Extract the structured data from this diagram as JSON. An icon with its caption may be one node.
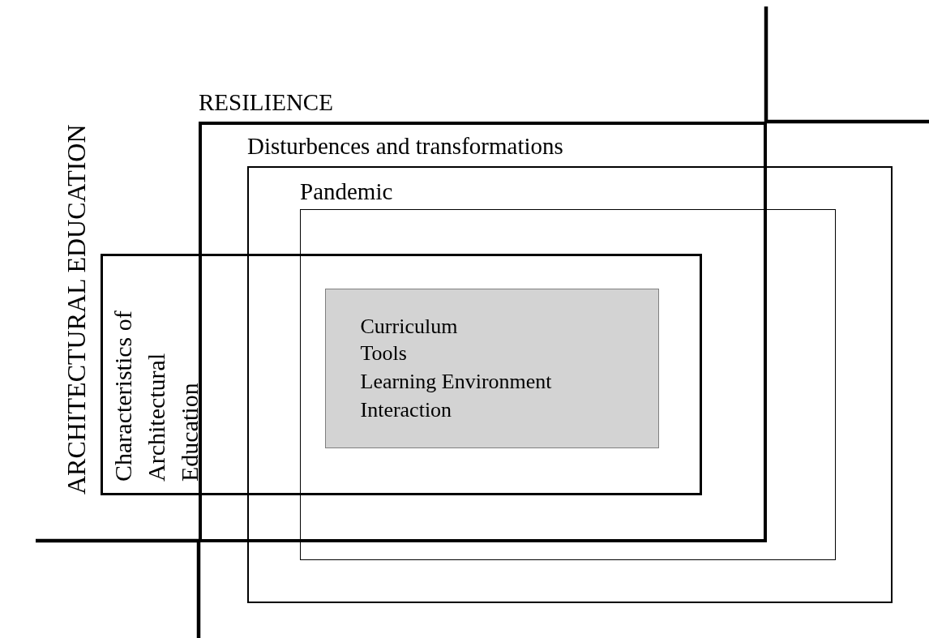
{
  "diagram": {
    "nodes": [
      {
        "text": [
          "RESILIENCE"
        ]
      },
      {
        "text": [],
        "shape": "box"
      },
      {
        "text": [],
        "shape": "box",
        "in": 1
      },
      {
        "text": [
          "ARCHITECTURAL EDUCATION",
          "Characteristics of Architectural Education"
        ]
      },
      {
        "text": [
          "Curriculum",
          "Tools",
          "Learning Environment",
          "Interaction"
        ]
      }
    ],
    "labels": [
      "Disturbences and transformations",
      "Pandemic"
    ]
  }
}
